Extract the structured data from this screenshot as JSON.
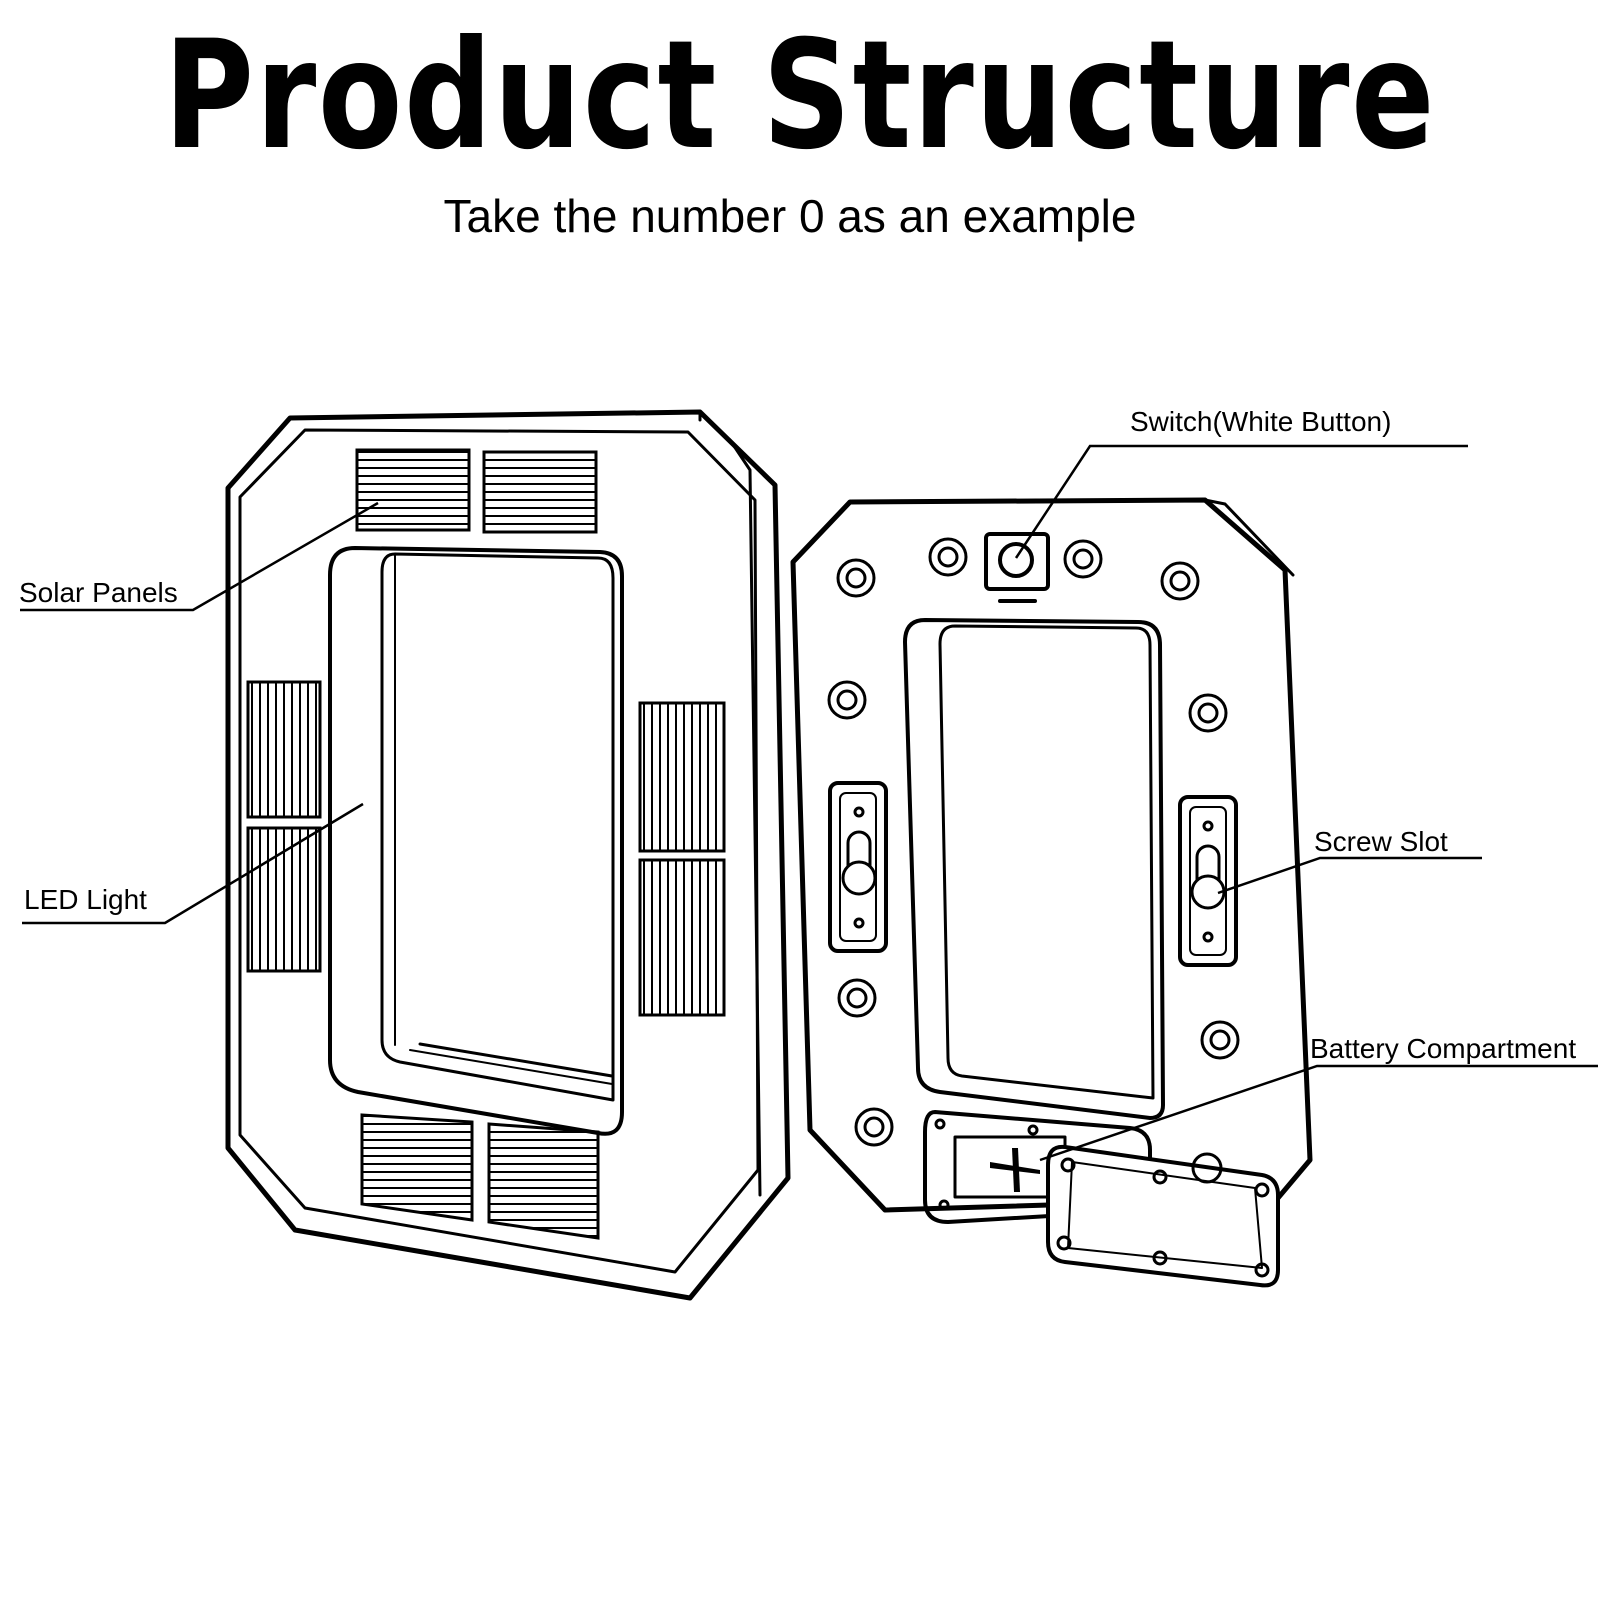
{
  "title": "Product Structure",
  "subtitle": "Take the number 0 as an example",
  "labels": {
    "solar_panels": "Solar Panels",
    "led_light": "LED Light",
    "switch": "Switch(White Button)",
    "screw_slot": "Screw Slot",
    "battery_compartment": "Battery Compartment"
  }
}
